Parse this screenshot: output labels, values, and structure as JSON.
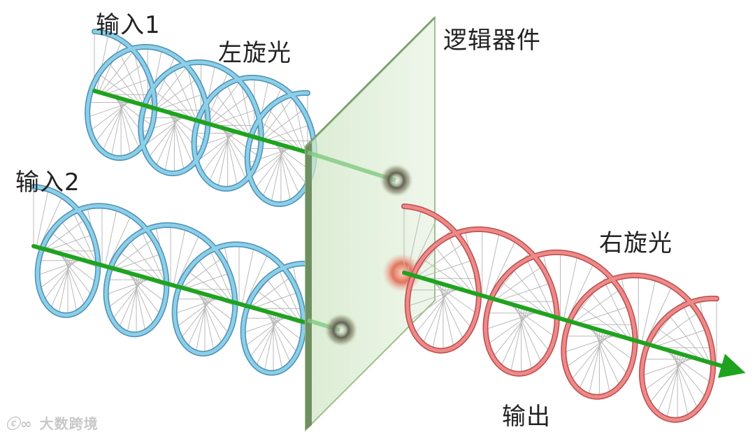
{
  "labels": {
    "input1": "输入1",
    "left_polarized": "左旋光",
    "logic_device": "逻辑器件",
    "input2": "输入2",
    "right_polarized": "右旋光",
    "output": "输出"
  },
  "watermark": {
    "logo": "ⓒ∞",
    "text": "大数跨境"
  },
  "colors": {
    "left_helix": "#8ccfe6",
    "left_helix_edge": "#4a8fb8",
    "right_helix": "#ec8a8a",
    "right_helix_edge": "#c04a4a",
    "axis_arrow": "#1fa31f",
    "device_panel": "#a9cf98",
    "field_vector": "#b9b9b9"
  },
  "icons": {
    "beam1": "green-axis-arrow",
    "beam2": "green-axis-arrow",
    "beam_out": "green-axis-arrow",
    "spots": "dark-focus-spot"
  }
}
